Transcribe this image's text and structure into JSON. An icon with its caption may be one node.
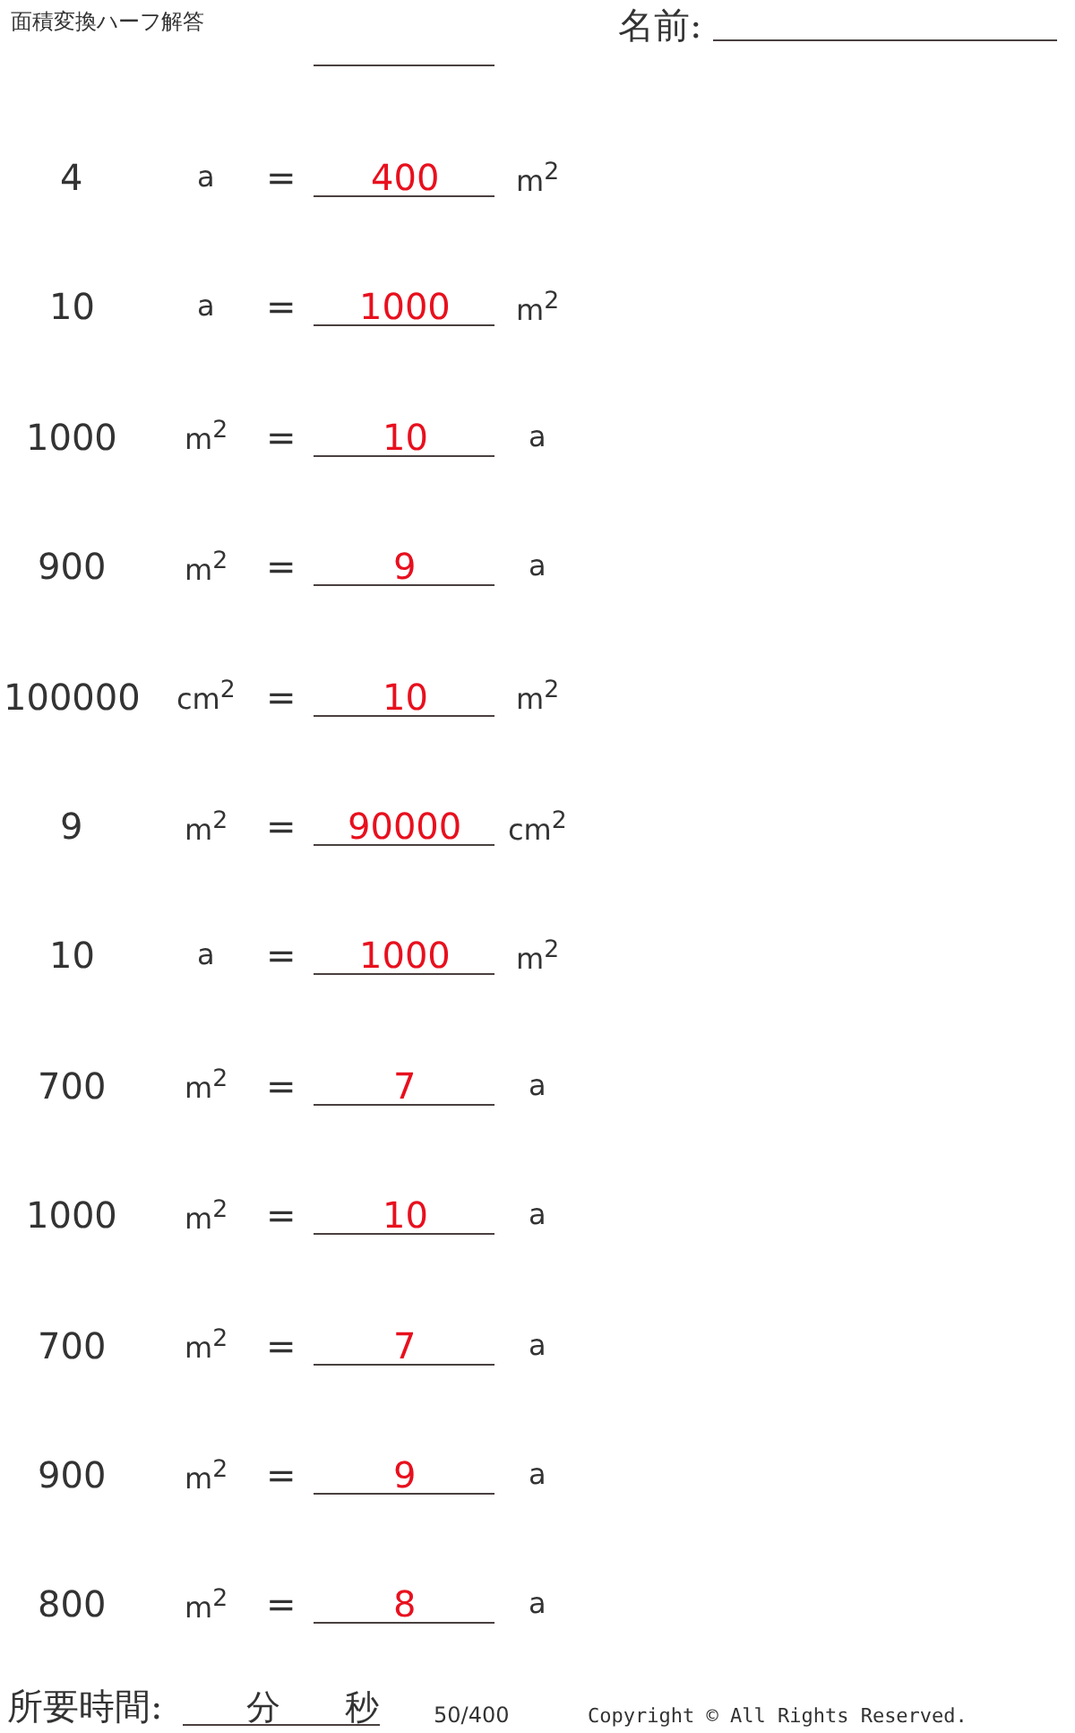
{
  "diagram": {
    "title": "面積変換ハーフ解答",
    "labels": [
      "名前:",
      "4",
      "a",
      "=",
      "400",
      "m$^{2}$",
      "10",
      "a",
      "=",
      "1000",
      "m$^{2}$",
      "1000",
      "m$^{2}$",
      "=",
      "10",
      "a",
      "900",
      "m$^{2}$",
      "=",
      "9",
      "a",
      "100000",
      "cm$^{2}$",
      "=",
      "10",
      "m$^{2}$",
      "9",
      "m$^{2}$",
      "=",
      "90000",
      "cm$^{2}$",
      "10",
      "a",
      "=",
      "1000",
      "m$^{2}$",
      "700",
      "m$^{2}$",
      "=",
      "7",
      "a",
      "1000",
      "m$^{2}$",
      "=",
      "10",
      "a",
      "700",
      "m$^{2}$",
      "=",
      "7",
      "a",
      "900",
      "m$^{2}$",
      "=",
      "9",
      "a",
      "800",
      "m$^{2}$",
      "=",
      "8",
      "a",
      "所要時間:",
      "分",
      "秒",
      "50/400",
      "Copyright © All Rights Reserved."
    ]
  }
}
